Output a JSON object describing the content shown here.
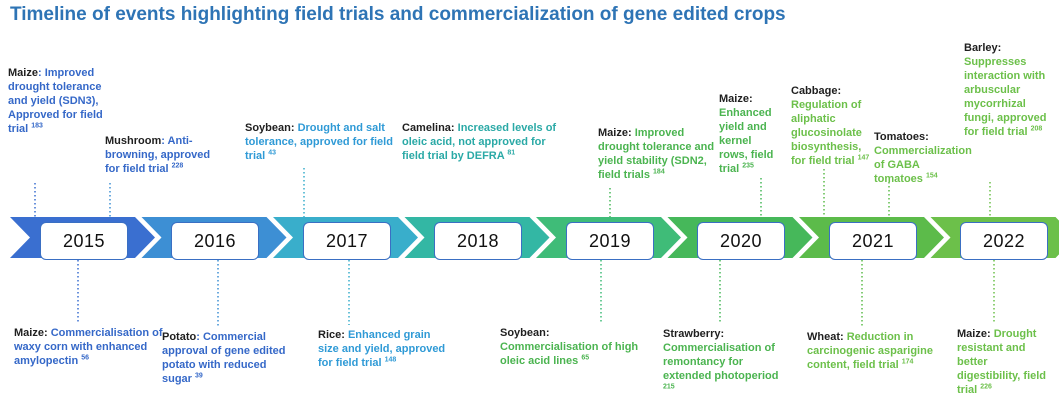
{
  "title": "Timeline of events highlighting field trials and commercialization of gene edited crops",
  "colors": {
    "title": "#2e74b5",
    "segments": [
      "#3a6fd0",
      "#3d8fd4",
      "#39aecb",
      "#33b7a4",
      "#3fbc78",
      "#46b85a",
      "#5cbb4a",
      "#6cc04a"
    ]
  },
  "years": [
    "2015",
    "2016",
    "2017",
    "2018",
    "2019",
    "2020",
    "2021",
    "2022"
  ],
  "events_above": [
    {
      "crop": "Maize",
      "sep": ": ",
      "text": "Improved drought tolerance and yield (SDN3), Approved for field trial",
      "ref": "183"
    },
    {
      "crop": "Mushroom",
      "sep": ": ",
      "text": "Anti-browning, approved for field trial",
      "ref": "228"
    },
    {
      "crop": "Soybean:",
      "sep": " ",
      "text": "Drought and salt tolerance, approved for field trial",
      "ref": "43"
    },
    {
      "crop": "Camelina:",
      "sep": " ",
      "text": "Increased levels of oleic acid, not approved for field trial by DEFRA",
      "ref": "81"
    },
    {
      "crop": "Maize:",
      "sep": " ",
      "text": "Improved drought tolerance and yield stability (SDN2, field trials",
      "ref": "184"
    },
    {
      "crop": "Maize:",
      "sep": " ",
      "text": "Enhanced yield and kernel rows, field trial",
      "ref": "235"
    },
    {
      "crop": "Cabbage:",
      "sep": " ",
      "text": "Regulation of aliphatic glucosinolate biosynthesis, for field trial",
      "ref": "147"
    },
    {
      "crop": "Tomatoes:",
      "sep": " ",
      "text": "Commercialization of GABA tomatoes",
      "ref": "154"
    },
    {
      "crop": "Barley:",
      "sep": " ",
      "text": "Suppresses interaction with arbuscular mycorrhizal fungi, approved for field trial",
      "ref": "208"
    }
  ],
  "events_below": [
    {
      "crop": "Maize:",
      "sep": " ",
      "text": "Commercialisation of waxy corn with enhanced amylopectin",
      "ref": "56"
    },
    {
      "crop": "Potato",
      "sep": ": ",
      "text": "Commercial approval of gene edited potato with reduced sugar",
      "ref": "39"
    },
    {
      "crop": "Rice:",
      "sep": " ",
      "text": "Enhanced grain size and yield, approved for field trial",
      "ref": "148"
    },
    {
      "crop": "Soybean:",
      "sep": " ",
      "text": "Commercialisation of high oleic acid lines",
      "ref": "65"
    },
    {
      "crop": "Strawberry:",
      "sep": " ",
      "text": "Commercialisation of remontancy for extended photoperiod",
      "ref": "215"
    },
    {
      "crop": "Wheat:",
      "sep": " ",
      "text": "Reduction in carcinogenic asparigine content, field trial",
      "ref": "174"
    },
    {
      "crop": "Maize:",
      "sep": " ",
      "text": "Drought resistant and better digestibility, field trial",
      "ref": "226"
    }
  ]
}
